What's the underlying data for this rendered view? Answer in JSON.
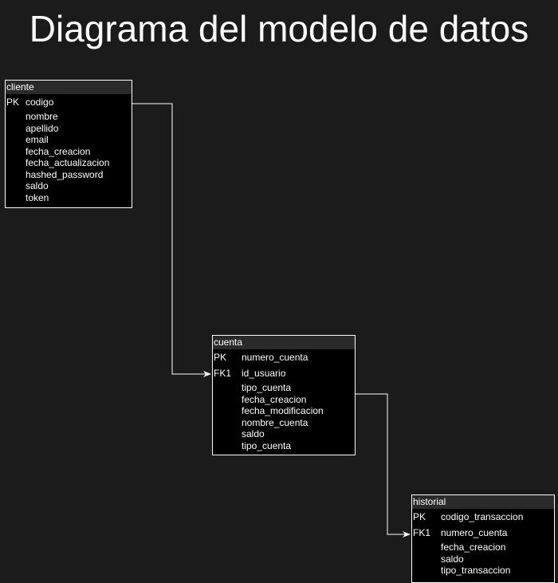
{
  "title": "Diagrama del modelo de datos",
  "colors": {
    "background": "#1b1b1b",
    "entity_fill": "#000000",
    "entity_header": "#2a2a2a",
    "line": "#ffffff",
    "text": "#ffffff"
  },
  "entities": {
    "cliente": {
      "name": "cliente",
      "keys": [
        {
          "tag": "PK",
          "field": "codigo"
        }
      ],
      "fields": [
        "nombre",
        "apellido",
        "email",
        "fecha_creacion",
        "fecha_actualizacion",
        "hashed_password",
        "saldo",
        "token"
      ]
    },
    "cuenta": {
      "name": "cuenta",
      "keys": [
        {
          "tag": "PK",
          "field": "numero_cuenta"
        },
        {
          "tag": "FK1",
          "field": "id_usuario"
        }
      ],
      "fields": [
        "tipo_cuenta",
        "fecha_creacion",
        "fecha_modificacion",
        "nombre_cuenta",
        "saldo",
        "tipo_cuenta"
      ]
    },
    "historial": {
      "name": "historial",
      "keys": [
        {
          "tag": "PK",
          "field": "codigo_transaccion"
        },
        {
          "tag": "FK1",
          "field": "numero_cuenta"
        }
      ],
      "fields": [
        "fecha_creacion",
        "saldo",
        "tipo_transaccion"
      ]
    }
  },
  "relations": [
    {
      "from": "cliente.codigo",
      "to": "cuenta.id_usuario"
    },
    {
      "from": "cuenta",
      "to": "historial.numero_cuenta"
    }
  ]
}
